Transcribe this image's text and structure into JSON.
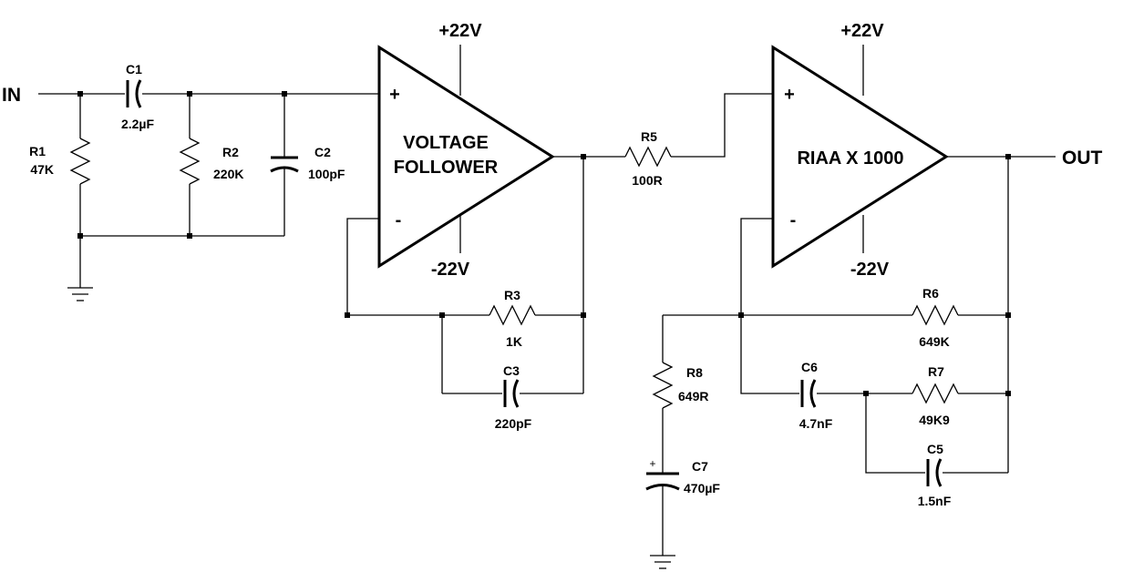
{
  "ports": {
    "in": "IN",
    "out": "OUT"
  },
  "opamps": {
    "u1": {
      "name_line1": "VOLTAGE",
      "name_line2": "FOLLOWER",
      "vpos": "+22V",
      "vneg": "-22V",
      "plus": "+",
      "minus": "-"
    },
    "u2": {
      "name": "RIAA X 1000",
      "vpos": "+22V",
      "vneg": "-22V",
      "plus": "+",
      "minus": "-"
    }
  },
  "components": {
    "c1": {
      "ref": "C1",
      "value": "2.2µF"
    },
    "r1": {
      "ref": "R1",
      "value": "47K"
    },
    "r2": {
      "ref": "R2",
      "value": "220K"
    },
    "c2": {
      "ref": "C2",
      "value": "100pF"
    },
    "r3": {
      "ref": "R3",
      "value": "1K"
    },
    "c3": {
      "ref": "C3",
      "value": "220pF"
    },
    "r5": {
      "ref": "R5",
      "value": "100R"
    },
    "r6": {
      "ref": "R6",
      "value": "649K"
    },
    "r7": {
      "ref": "R7",
      "value": "49K9"
    },
    "c6": {
      "ref": "C6",
      "value": "4.7nF"
    },
    "c5": {
      "ref": "C5",
      "value": "1.5nF"
    },
    "r8": {
      "ref": "R8",
      "value": "649R"
    },
    "c7": {
      "ref": "C7",
      "value": "470µF",
      "polarity": "+"
    }
  }
}
